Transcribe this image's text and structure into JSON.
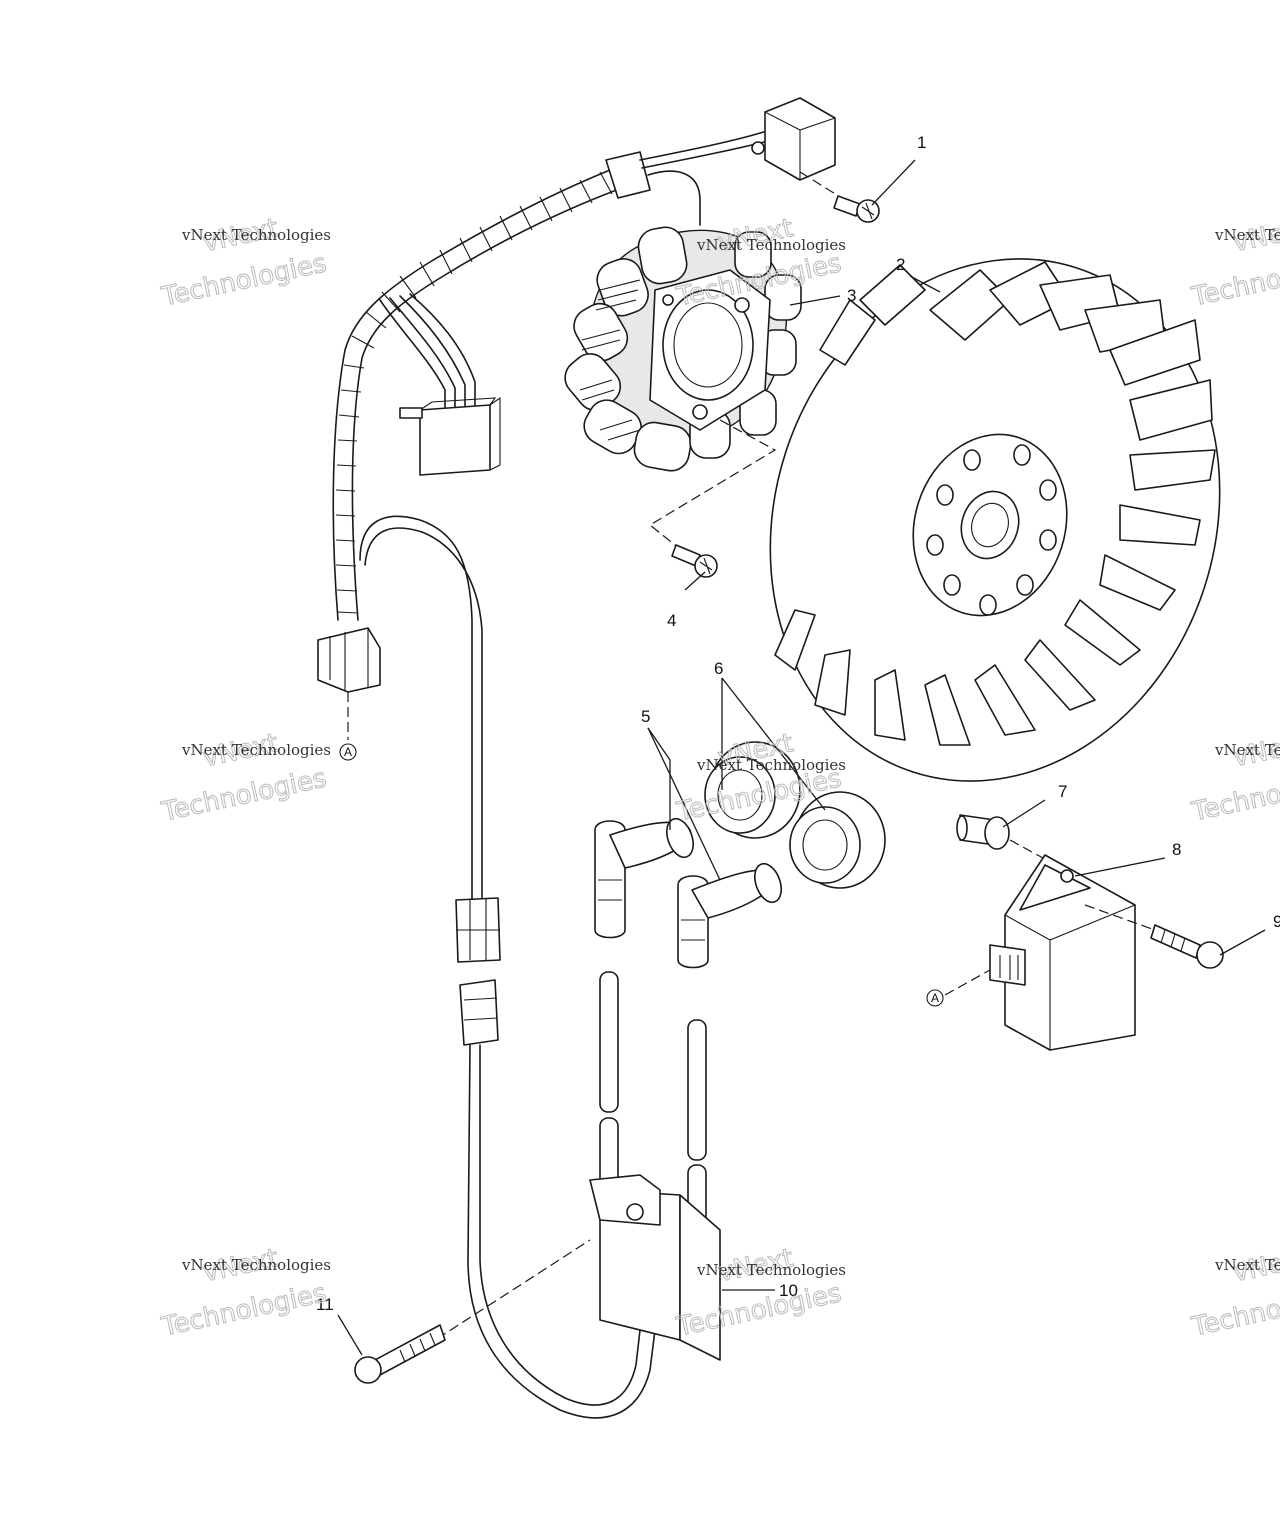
{
  "diagram": {
    "callouts": [
      {
        "id": "1",
        "label": "1"
      },
      {
        "id": "2",
        "label": "2"
      },
      {
        "id": "3",
        "label": "3"
      },
      {
        "id": "4",
        "label": "4"
      },
      {
        "id": "5",
        "label": "5"
      },
      {
        "id": "6",
        "label": "6"
      },
      {
        "id": "7",
        "label": "7"
      },
      {
        "id": "8",
        "label": "8"
      },
      {
        "id": "9",
        "label": "9"
      },
      {
        "id": "10",
        "label": "10"
      },
      {
        "id": "11",
        "label": "11"
      }
    ],
    "reference_marks": [
      {
        "id": "ref-harness",
        "label": "A"
      },
      {
        "id": "ref-regulator",
        "label": "A"
      }
    ]
  },
  "watermark": {
    "line1": "vNext Technologies",
    "line2": "vNext",
    "line3": "Technologies"
  }
}
